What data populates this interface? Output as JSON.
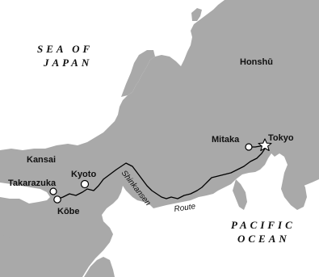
{
  "water_bodies": {
    "sea_of_japan": [
      "SEA OF",
      "JAPAN"
    ],
    "pacific_ocean": [
      "PACIFIC",
      "OCEAN"
    ]
  },
  "regions": {
    "honshu": "Honshū",
    "kansai": "Kansai"
  },
  "cities": {
    "tokyo": "Tokyo",
    "mitaka": "Mitaka",
    "kyoto": "Kyoto",
    "takarazuka": "Takarazuka",
    "kobe": "Kōbe"
  },
  "route": {
    "word1": "Shinkansen",
    "word2": "Route"
  },
  "colors": {
    "land": "#a9a9a9",
    "water": "#ffffff",
    "route": "#000000"
  },
  "icons": {
    "capital": "star-icon",
    "city": "circle-icon"
  }
}
